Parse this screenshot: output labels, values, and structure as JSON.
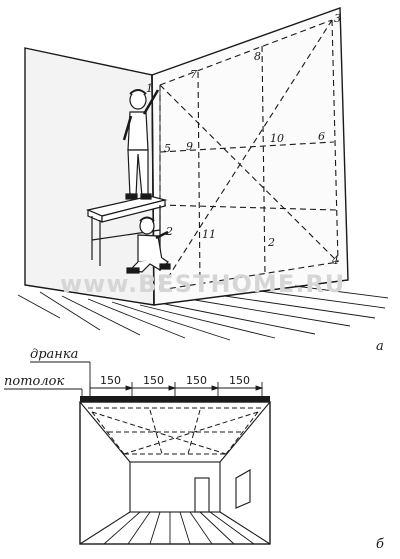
{
  "figure_a": {
    "points": [
      "1",
      "2",
      "3",
      "4",
      "5",
      "6",
      "7",
      "8",
      "9",
      "10",
      "11",
      "2"
    ],
    "panel_label": "а",
    "watermark": "www.BESTHOME.RU"
  },
  "figure_b": {
    "label_strip": "дранка",
    "label_ceiling": "потолок",
    "dimensions": [
      "150",
      "150",
      "150",
      "150"
    ],
    "panel_label": "б"
  },
  "colors": {
    "ink": "#1a1a1a",
    "paper": "#ffffff",
    "watermark": "#d6d6d6"
  }
}
